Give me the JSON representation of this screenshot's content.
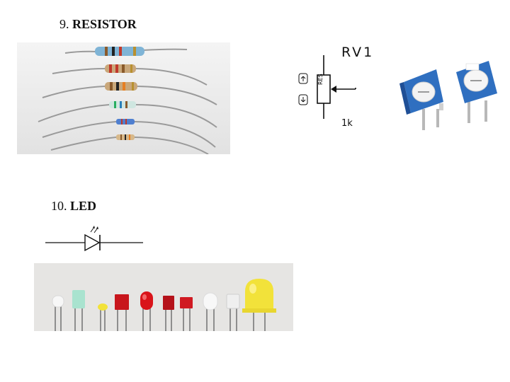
{
  "sections": {
    "resistor": {
      "number": "9.",
      "title": "RESISTOR"
    },
    "led": {
      "number": "10.",
      "title": "LED"
    }
  },
  "schematic": {
    "designator": "RV1",
    "value": "1k",
    "body_text": "RES"
  },
  "colors": {
    "led_red": "#d9141a",
    "led_yellow": "#f2e23a",
    "led_green_tint": "#a9e3cf",
    "resistor_blue": "#7fb4d6",
    "resistor_tan": "#c9a77a",
    "trimmer_blue": "#2f6fc0"
  }
}
